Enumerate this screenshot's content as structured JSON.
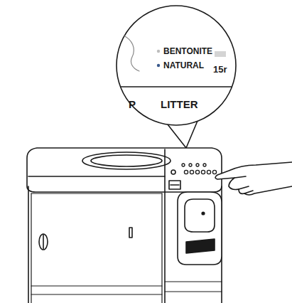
{
  "diagram": {
    "labels": [
      "BENTONITE",
      "NATURAL",
      "15r",
      "P",
      "LITTER"
    ]
  }
}
